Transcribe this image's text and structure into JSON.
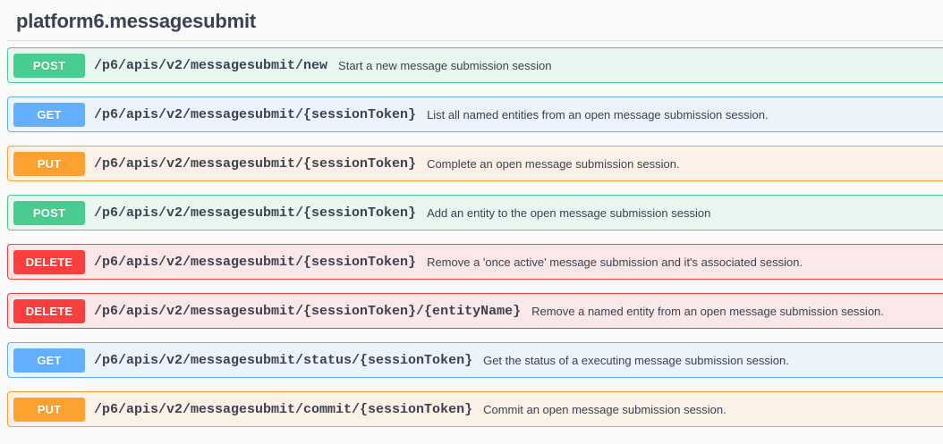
{
  "tag": {
    "title": "platform6.messagesubmit"
  },
  "method_colors": {
    "POST": "#49cc90",
    "GET": "#61affe",
    "PUT": "#fca130",
    "DELETE": "#f93e3e"
  },
  "operations": [
    {
      "method": "POST",
      "method_key": "post",
      "path": "/p6/apis/v2/messagesubmit/new",
      "description": "Start a new message submission session"
    },
    {
      "method": "GET",
      "method_key": "get",
      "path": "/p6/apis/v2/messagesubmit/{sessionToken}",
      "description": "List all named entities from an open message submission session."
    },
    {
      "method": "PUT",
      "method_key": "put",
      "path": "/p6/apis/v2/messagesubmit/{sessionToken}",
      "description": "Complete an open message submission session."
    },
    {
      "method": "POST",
      "method_key": "post",
      "path": "/p6/apis/v2/messagesubmit/{sessionToken}",
      "description": "Add an entity to the open message submission session"
    },
    {
      "method": "DELETE",
      "method_key": "delete",
      "path": "/p6/apis/v2/messagesubmit/{sessionToken}",
      "description": "Remove a 'once active' message submission and it's associated session."
    },
    {
      "method": "DELETE",
      "method_key": "delete",
      "path": "/p6/apis/v2/messagesubmit/{sessionToken}/{entityName}",
      "description": "Remove a named entity from an open message submission session."
    },
    {
      "method": "GET",
      "method_key": "get",
      "path": "/p6/apis/v2/messagesubmit/status/{sessionToken}",
      "description": "Get the status of a executing message submission session."
    },
    {
      "method": "PUT",
      "method_key": "put",
      "path": "/p6/apis/v2/messagesubmit/commit/{sessionToken}",
      "description": "Commit an open message submission session."
    }
  ]
}
